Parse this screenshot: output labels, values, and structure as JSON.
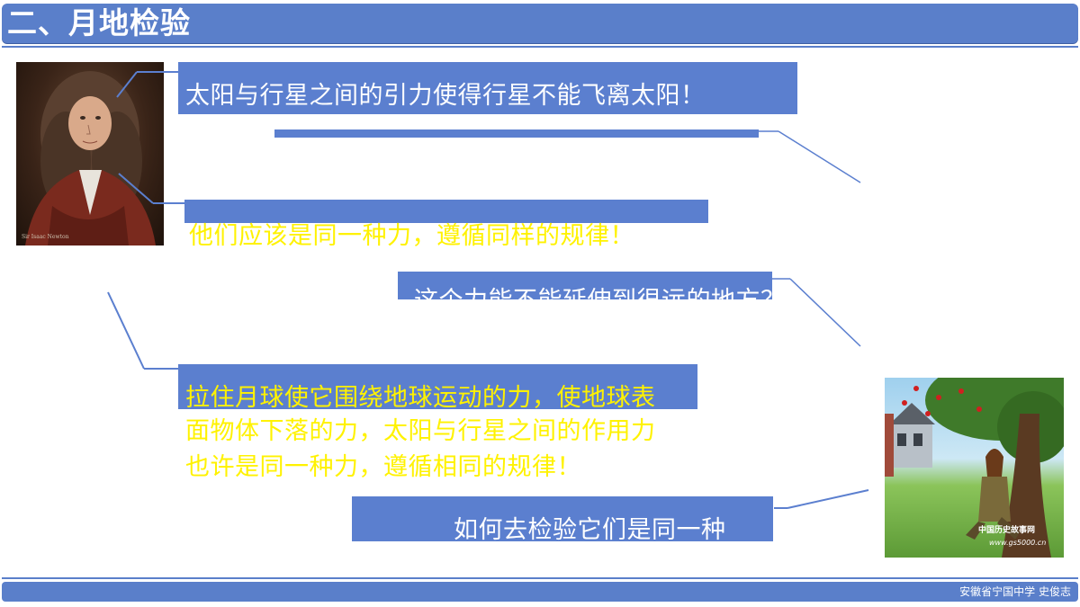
{
  "title": "二、月地检验",
  "bubbles": {
    "b1": "太阳与行星之间的引力使得行星不能飞离太阳！",
    "b2": "他们应该是同一种力，遵循同样的规律！",
    "b3": "这个力能不能延伸到很远的地方？",
    "b4_line1": "拉住月球使它围绕地球运动的力，使地球表",
    "b4_line2": "面物体下落的力，太阳与行星之间的作用力",
    "b4_line3": "也许是同一种力，遵循相同的规律！",
    "b5": "如何去检验它们是同一种"
  },
  "portrait": {
    "caption": "Sir Isaac Newton"
  },
  "tree_image": {
    "watermark": "中国历史故事网",
    "url_text": "www.gs5000.cn"
  },
  "footer": "安徽省宁国中学   史俊志",
  "colors": {
    "accent": "#5b7fcf",
    "highlight_text": "#fff200"
  }
}
